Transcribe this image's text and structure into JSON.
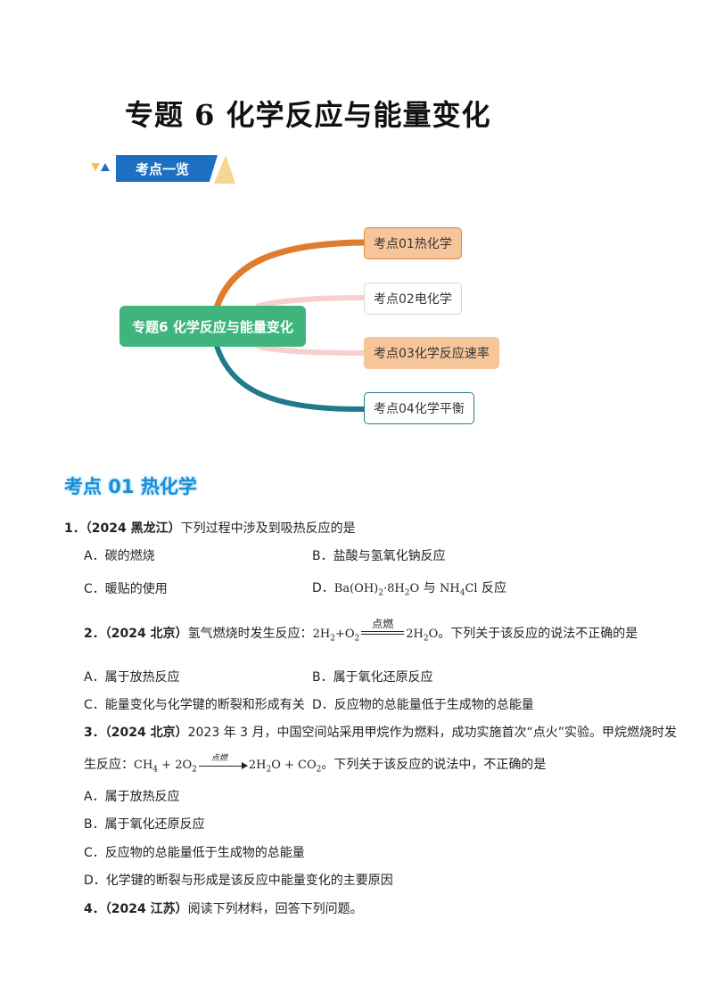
{
  "title": "专题 6  化学反应与能量变化",
  "banner": {
    "label": "考点一览"
  },
  "mindmap": {
    "root": "专题6 化学反应与能量变化",
    "nodes": [
      "考点01热化学",
      "考点02电化学",
      "考点03化学反应速率",
      "考点04化学平衡"
    ],
    "colors": {
      "branch1": "#e07c2e",
      "branch2": "#f7cfcf",
      "branch3": "#f7cfcf",
      "branch4": "#1f7a8c",
      "root": "#3fb57d"
    }
  },
  "section": {
    "heading": "考点 01 热化学"
  },
  "questions": [
    {
      "num": "1．",
      "source": "（2024 黑龙江）",
      "stem": "下列过程中涉及到吸热反应的是",
      "options": {
        "A": "A．碳的燃烧",
        "B": "B．盐酸与氢氧化钠反应",
        "C": "C．暖贴的使用",
        "D_prefix": "D．",
        "D_formula_a": "Ba(OH)",
        "D_formula_b": "2",
        "D_formula_c": "·8H",
        "D_formula_d": "2",
        "D_formula_e": "O",
        "D_mid": " 与 ",
        "D_formula_f": "NH",
        "D_formula_g": "4",
        "D_formula_h": "Cl",
        "D_suffix": " 反应"
      }
    },
    {
      "num": "2．",
      "source": "（2024 北京）",
      "stem_a": "氢气燃烧时发生反应：",
      "eq": {
        "lhs_a": "2H",
        "lhs_b": "2",
        "lhs_c": "+O",
        "lhs_d": "2",
        "cond": "点燃",
        "rhs_a": "2H",
        "rhs_b": "2",
        "rhs_c": "O"
      },
      "stem_b": "。下列关于该反应的说法不正确的是",
      "options": {
        "A": "A．属于放热反应",
        "B": "B．属于氧化还原反应",
        "C": "C．能量变化与化学键的断裂和形成有关",
        "D": "D．反应物的总能量低于生成物的总能量"
      }
    },
    {
      "num": "3．",
      "source": "（2024 北京）",
      "stem_line1": "2023 年 3 月，中国空间站采用甲烷作为燃料，成功实施首次“点火”实验。甲烷燃烧时发",
      "stem_a": "生反应：",
      "eq": {
        "a": "CH",
        "b": "4",
        "c": " + 2O",
        "d": "2",
        "cond": "点燃",
        "e": "2H",
        "f": "2",
        "g": "O + CO",
        "h": "2"
      },
      "stem_b": "。下列关于该反应的说法中，不正确的是",
      "options": {
        "A": "A．属于放热反应",
        "B": "B．属于氧化还原反应",
        "C": "C．反应物的总能量低于生成物的总能量",
        "D": "D．化学键的断裂与形成是该反应中能量变化的主要原因"
      }
    },
    {
      "num": "4．",
      "source": "（2024 江苏）",
      "stem": "阅读下列材料，回答下列问题。"
    }
  ]
}
